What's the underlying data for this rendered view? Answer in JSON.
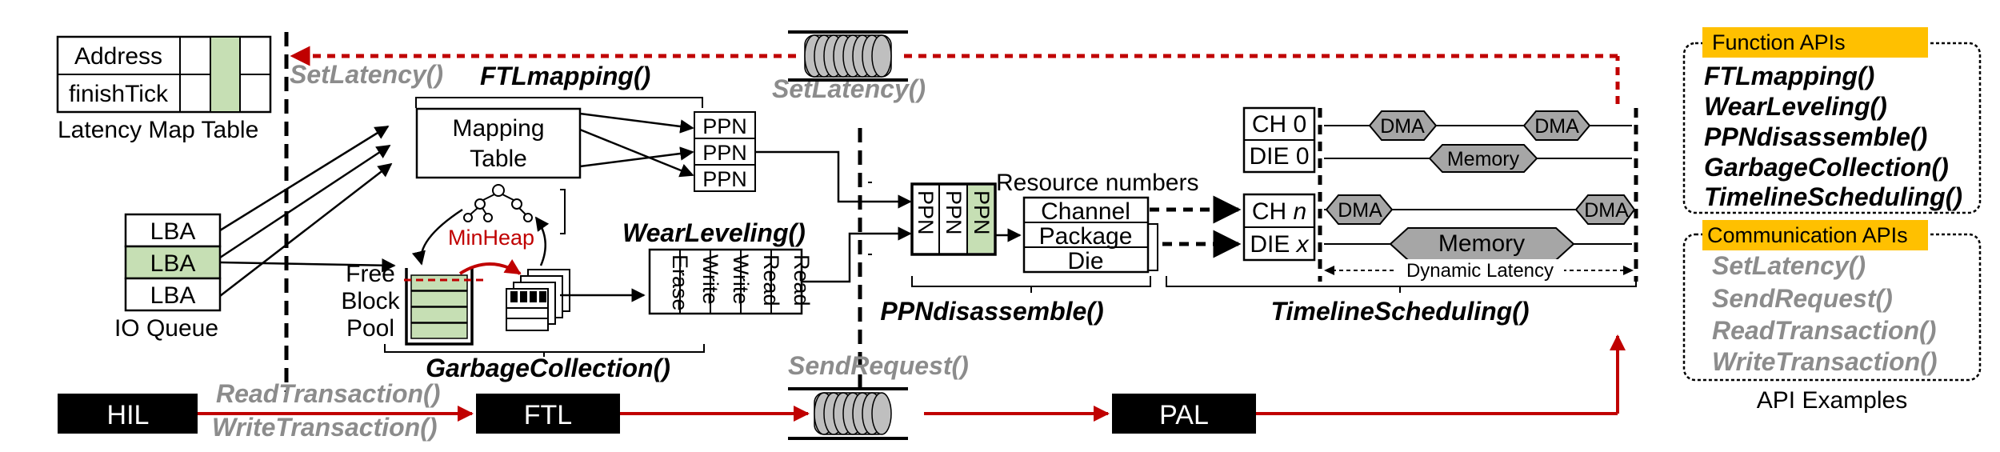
{
  "latency_map": {
    "rows": [
      "Address",
      "finishTick"
    ],
    "caption": "Latency Map Table"
  },
  "io_queue": {
    "items": [
      "LBA",
      "LBA",
      "LBA"
    ],
    "caption": "IO Queue"
  },
  "ftl_mapping": {
    "label": "FTLmapping()",
    "table_line1": "Mapping",
    "table_line2": "Table",
    "ppn_items": [
      "PPN",
      "PPN",
      "PPN"
    ]
  },
  "garbage_collection": {
    "label": "GarbageCollection()",
    "minheap": "MinHeap",
    "pool_line1": "Free",
    "pool_line2": "Block",
    "pool_line3": "Pool"
  },
  "wear_leveling": {
    "label": "WearLeveling()",
    "ops": [
      "Erase",
      "Write",
      "Write",
      "Read",
      "Read"
    ]
  },
  "ppn_disassemble": {
    "label": "PPNdisassemble()",
    "ppn_items": [
      "PPN",
      "PPN",
      "PPN"
    ],
    "resource_title": "Resource numbers",
    "resources": [
      "Channel",
      "Package",
      "Die"
    ]
  },
  "timeline": {
    "label": "TimelineScheduling()",
    "ch0": "CH 0",
    "die0": "DIE 0",
    "chn_prefix": "CH ",
    "chn_var": "n",
    "diex_prefix": "DIE ",
    "diex_var": "x",
    "dma": "DMA",
    "memory": "Memory",
    "dynamic_latency": "Dynamic Latency"
  },
  "flow": {
    "hil": "HIL",
    "ftl": "FTL",
    "pal": "PAL",
    "read_tx": "ReadTransaction()",
    "write_tx": "WriteTransaction()",
    "send_request": "SendRequest()",
    "set_latency": "SetLatency()"
  },
  "api_examples": {
    "function_title": "Function APIs",
    "function_apis": [
      "FTLmapping()",
      "WearLeveling()",
      "PPNdisassemble()",
      "GarbageCollection()",
      "TimelineScheduling()"
    ],
    "communication_title": "Communication APIs",
    "communication_apis": [
      "SetLatency()",
      "SendRequest()",
      "ReadTransaction()",
      "WriteTransaction()"
    ],
    "caption": "API Examples"
  },
  "colors": {
    "highlight_green": "#c6dfb4",
    "api_badge": "#ffc000",
    "flow_red": "#c00000",
    "gray_text": "#8c8c8c",
    "dma_gray": "#a6a6a6",
    "block_black": "#000000"
  }
}
